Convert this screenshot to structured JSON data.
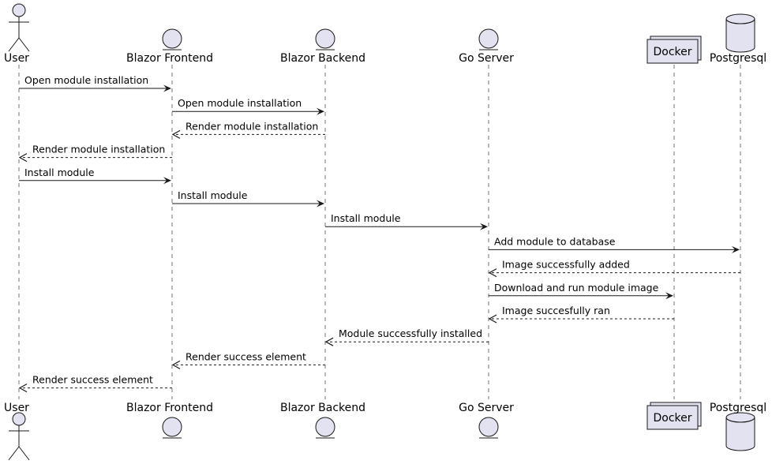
{
  "participants": [
    {
      "id": "user",
      "name": "User",
      "kind": "actor"
    },
    {
      "id": "frontend",
      "name": "Blazor Frontend",
      "kind": "entity"
    },
    {
      "id": "backend",
      "name": "Blazor Backend",
      "kind": "entity"
    },
    {
      "id": "go",
      "name": "Go Server",
      "kind": "entity"
    },
    {
      "id": "docker",
      "name": "Docker",
      "kind": "collections"
    },
    {
      "id": "pg",
      "name": "Postgresql",
      "kind": "database"
    }
  ],
  "messages": [
    {
      "from": "user",
      "to": "frontend",
      "text": "Open module installation",
      "style": "solid"
    },
    {
      "from": "frontend",
      "to": "backend",
      "text": "Open module installation",
      "style": "solid"
    },
    {
      "from": "backend",
      "to": "frontend",
      "text": "Render module installation",
      "style": "dashed"
    },
    {
      "from": "frontend",
      "to": "user",
      "text": "Render module installation",
      "style": "dashed"
    },
    {
      "from": "user",
      "to": "frontend",
      "text": "Install module",
      "style": "solid"
    },
    {
      "from": "frontend",
      "to": "backend",
      "text": "Install module",
      "style": "solid"
    },
    {
      "from": "backend",
      "to": "go",
      "text": "Install module",
      "style": "solid"
    },
    {
      "from": "go",
      "to": "pg",
      "text": "Add module to database",
      "style": "solid"
    },
    {
      "from": "pg",
      "to": "go",
      "text": "Image successfully added",
      "style": "dashed"
    },
    {
      "from": "go",
      "to": "docker",
      "text": "Download and run module image",
      "style": "solid"
    },
    {
      "from": "docker",
      "to": "go",
      "text": "Image succesfully ran",
      "style": "dashed"
    },
    {
      "from": "go",
      "to": "backend",
      "text": "Module successfully installed",
      "style": "dashed"
    },
    {
      "from": "backend",
      "to": "frontend",
      "text": "Render success element",
      "style": "dashed"
    },
    {
      "from": "frontend",
      "to": "user",
      "text": "Render success element",
      "style": "dashed"
    }
  ]
}
